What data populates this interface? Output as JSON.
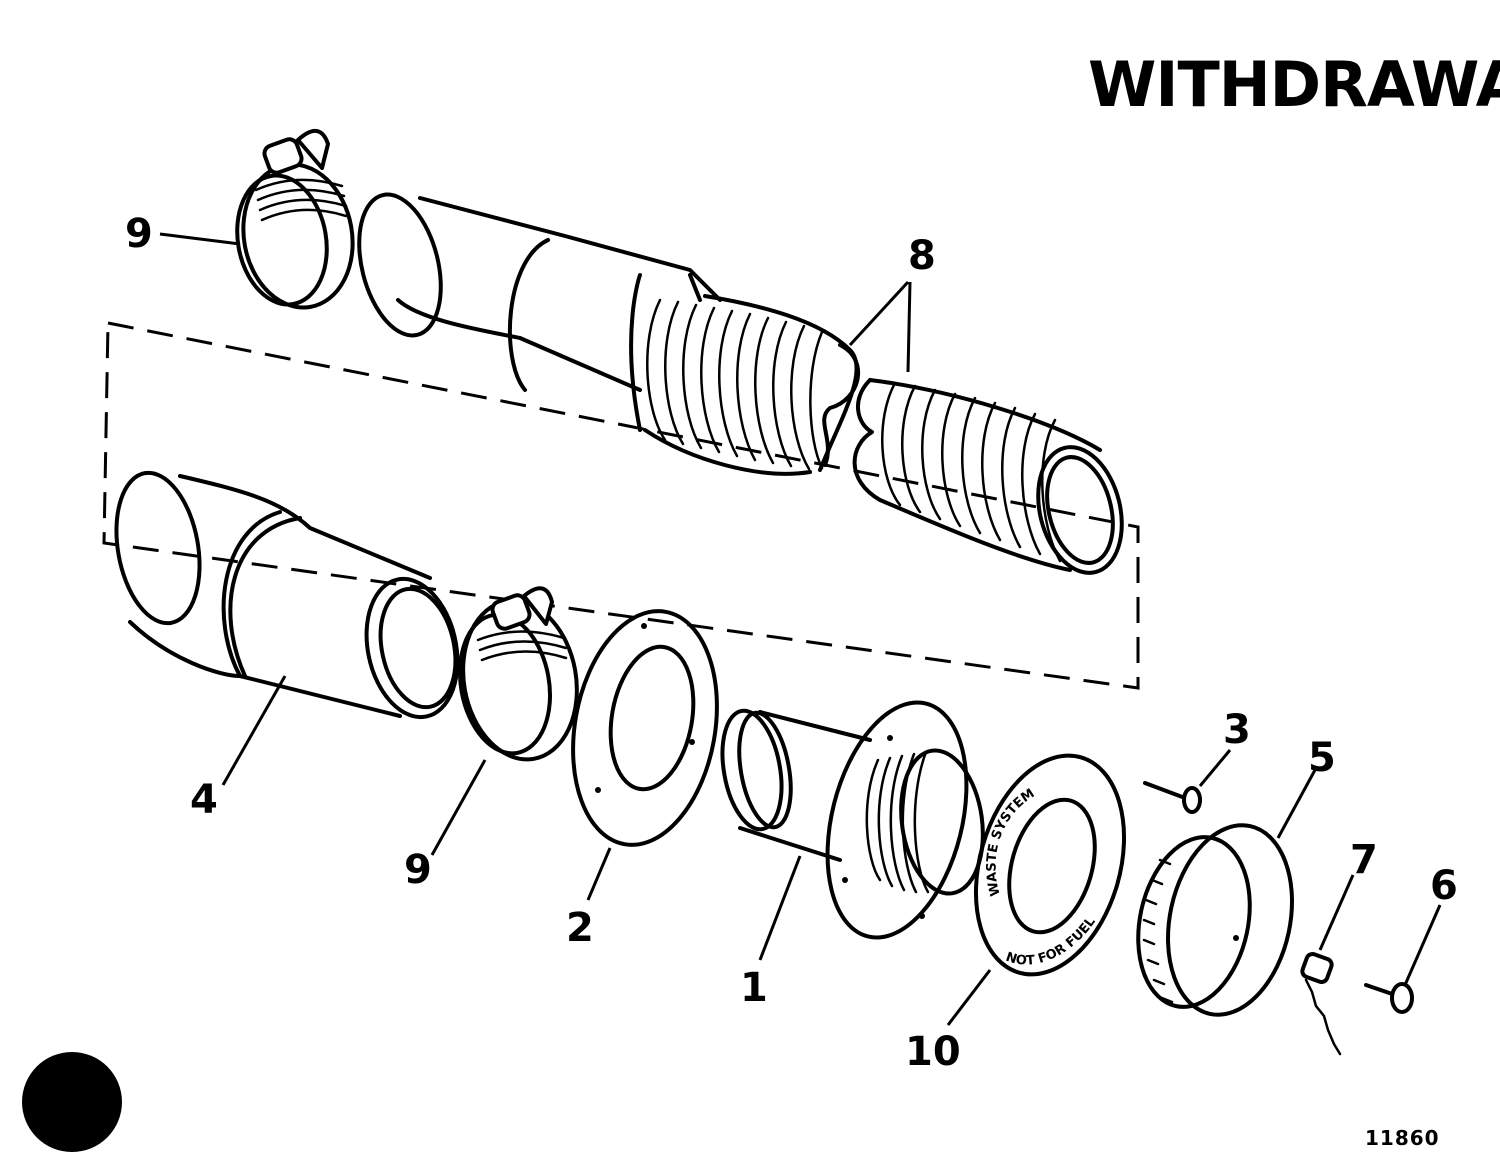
{
  "title": "WITHDRAWAL",
  "figure_number": "11860",
  "flange_ring_text_top": "WASTE SYSTEM",
  "flange_ring_text_bottom": "NOT FOR FUEL",
  "callouts": {
    "c1": "1",
    "c2": "2",
    "c3": "3",
    "c4": "4",
    "c5": "5",
    "c6": "6",
    "c7": "7",
    "c8": "8",
    "c9_top": "9",
    "c9_bottom": "9",
    "c10": "10"
  }
}
